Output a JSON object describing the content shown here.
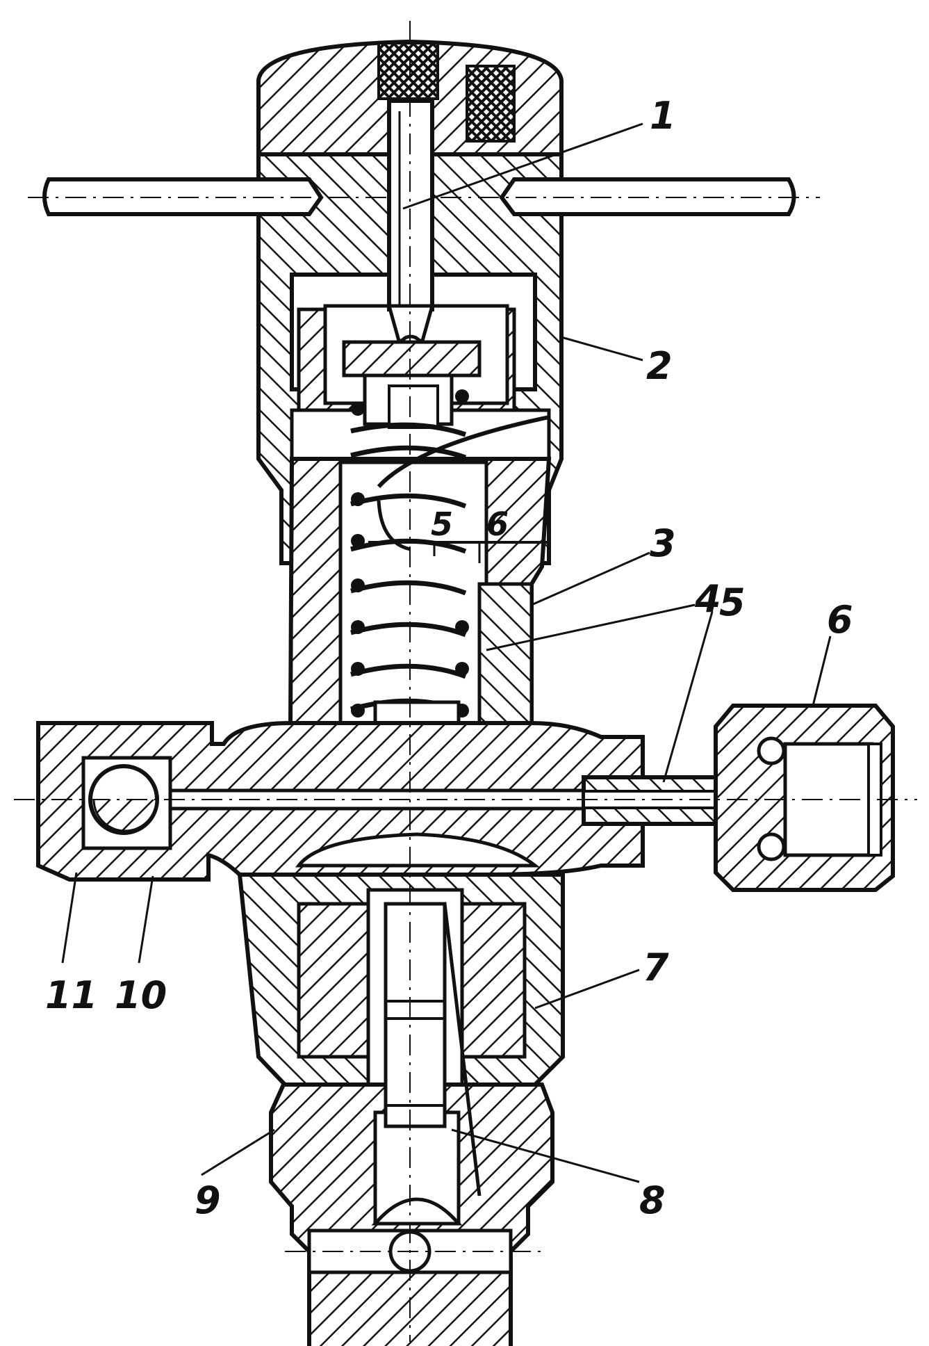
{
  "callouts": {
    "c1": "1",
    "c2": "2",
    "c3": "3",
    "c4": "4",
    "c5": "5",
    "c6": "6",
    "c7": "7",
    "c8": "8",
    "c9": "9",
    "c10": "10",
    "c11": "11",
    "inner5": "5",
    "inner6": "6"
  },
  "colors": {
    "ink": "#111111",
    "paper": "#ffffff"
  }
}
